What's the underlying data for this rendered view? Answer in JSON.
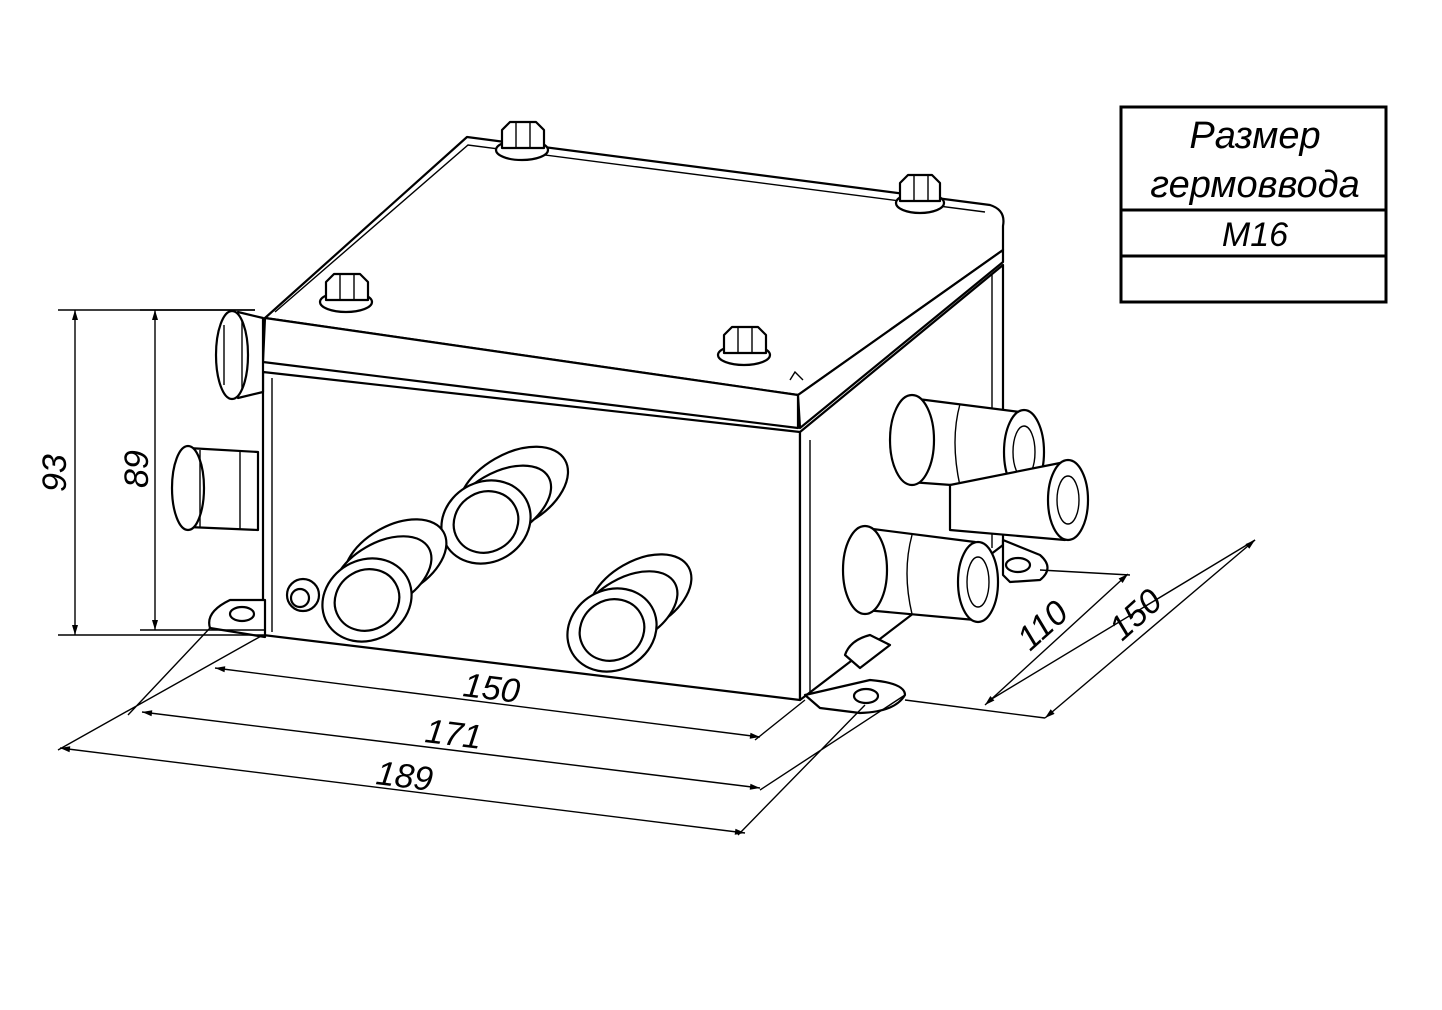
{
  "table": {
    "header_line1": "Размер",
    "header_line2": "гермоввода",
    "value": "М16",
    "empty_row": ""
  },
  "dimensions": {
    "width_inner": "150",
    "width_mid": "171",
    "width_outer": "189",
    "depth_inner": "110",
    "depth_outer": "150",
    "height_total": "93",
    "height_body": "89"
  }
}
